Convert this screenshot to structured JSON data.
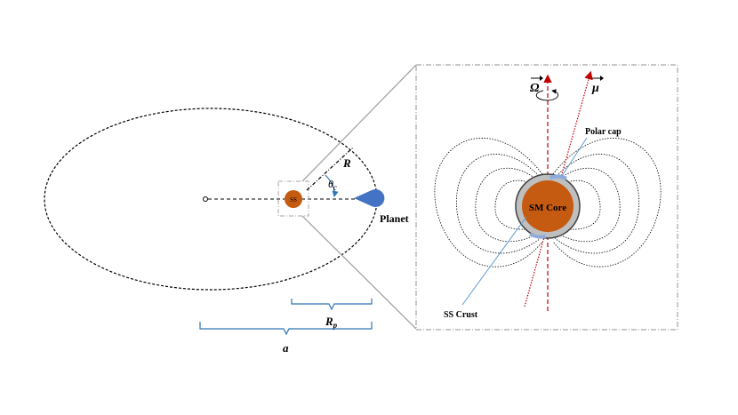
{
  "labels": {
    "orbit_radius": "R",
    "angle": "θ",
    "angle_sub": "c",
    "star_small": "SS",
    "planet": "Planet",
    "periastron": "R",
    "periastron_sub": "p",
    "semi_major": "a",
    "core": "SM Core",
    "crust": "SS Crust",
    "polar_cap": "Polar cap",
    "spin_axis": "Ω",
    "magnetic_axis": "μ"
  },
  "colors": {
    "star": "#c55a11",
    "crust": "#bfbfbf",
    "planet": "#4472c4",
    "brace": "#2e75b6",
    "axis": "#c00000",
    "polar_cap": "#8faadc",
    "leader": "#5b9bd5",
    "frame": "#a6a6a6"
  }
}
